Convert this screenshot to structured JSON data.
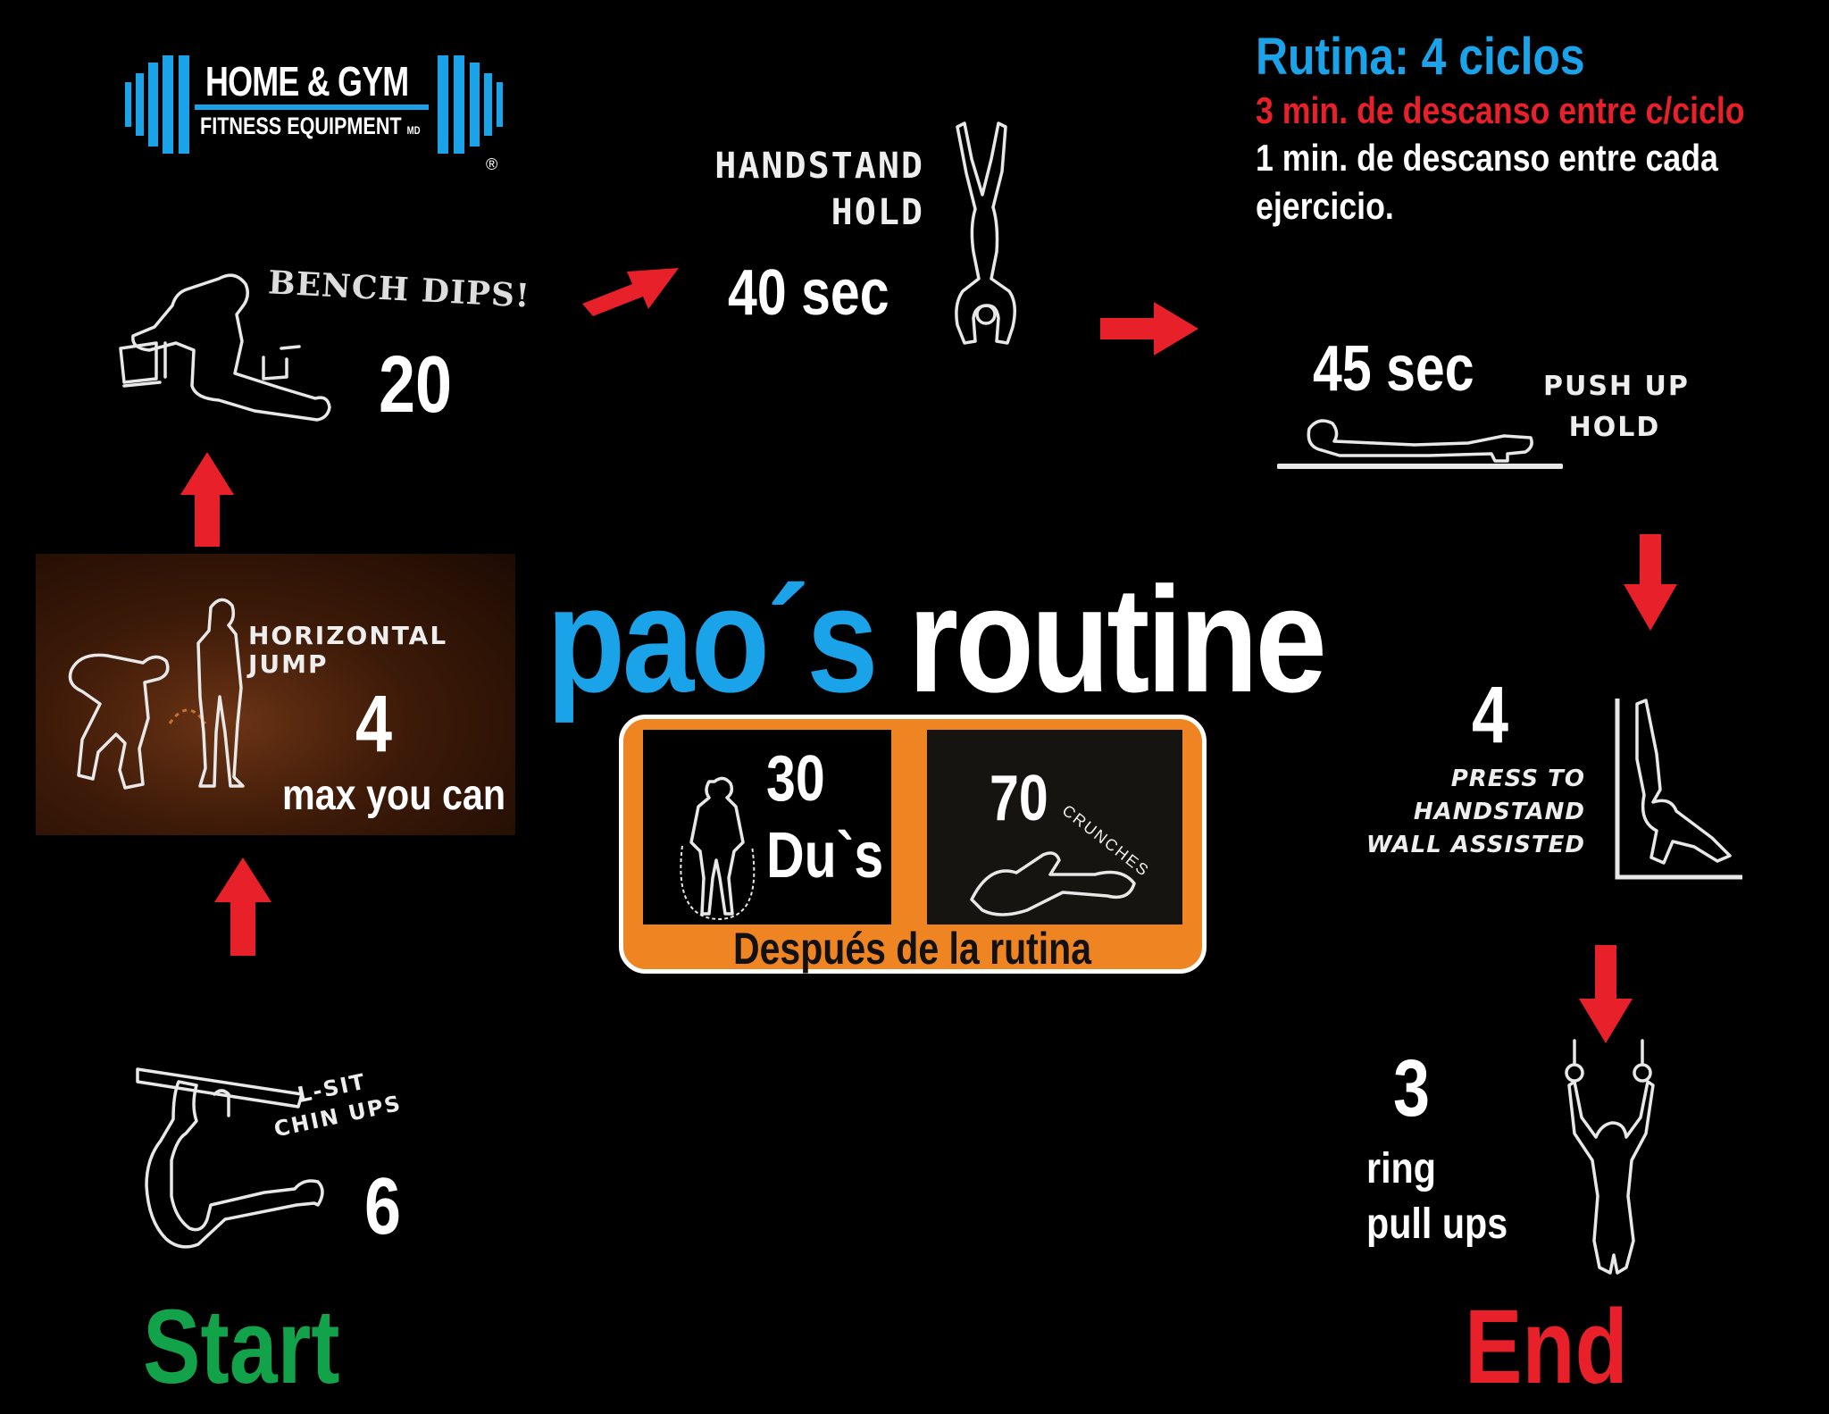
{
  "logo": {
    "title": "HOME & GYM",
    "subtitle": "FITNESS EQUIPMENT",
    "subtitle_mark": "MD",
    "registered": "®",
    "color": "#1aa3e8"
  },
  "info": {
    "title": "Rutina: 4 ciclos",
    "rest_cycles": "3 min. de descanso entre c/ciclo",
    "rest_exercise_line1": "1 min. de descanso entre cada",
    "rest_exercise_line2": "ejercicio."
  },
  "main_title": {
    "part1": "pao´s",
    "part2": "routine"
  },
  "exercises": {
    "l_sit": {
      "label_line1": "L-SIT",
      "label_line2": "CHIN UPS",
      "reps": "6"
    },
    "horizontal_jump": {
      "label_line1": "HORIZONTAL",
      "label_line2": "JUMP",
      "reps": "4",
      "note": "max you can"
    },
    "bench_dips": {
      "label": "BENCH DIPS!",
      "reps": "20"
    },
    "handstand_hold": {
      "label_line1": "HANDSTAND",
      "label_line2": "HOLD",
      "time": "40 sec"
    },
    "push_up_hold": {
      "label_line1": "PUSH UP",
      "label_line2": "HOLD",
      "time": "45 sec"
    },
    "press_handstand": {
      "reps": "4",
      "label_line1": "PRESS TO",
      "label_line2": "HANDSTAND",
      "label_line3": "WALL ASSISTED"
    },
    "ring_pull_ups": {
      "reps": "3",
      "label_line1": "ring",
      "label_line2": "pull ups"
    }
  },
  "after_routine": {
    "du_count": "30",
    "du_label": "Du`s",
    "crunch_count": "70",
    "crunch_label": "CRUNCHES",
    "caption": "Después de la rutina"
  },
  "flow": {
    "start": "Start",
    "end": "End"
  },
  "colors": {
    "blue": "#1aa3e8",
    "red": "#e8202a",
    "green": "#12a24a",
    "orange": "#ef8422"
  }
}
